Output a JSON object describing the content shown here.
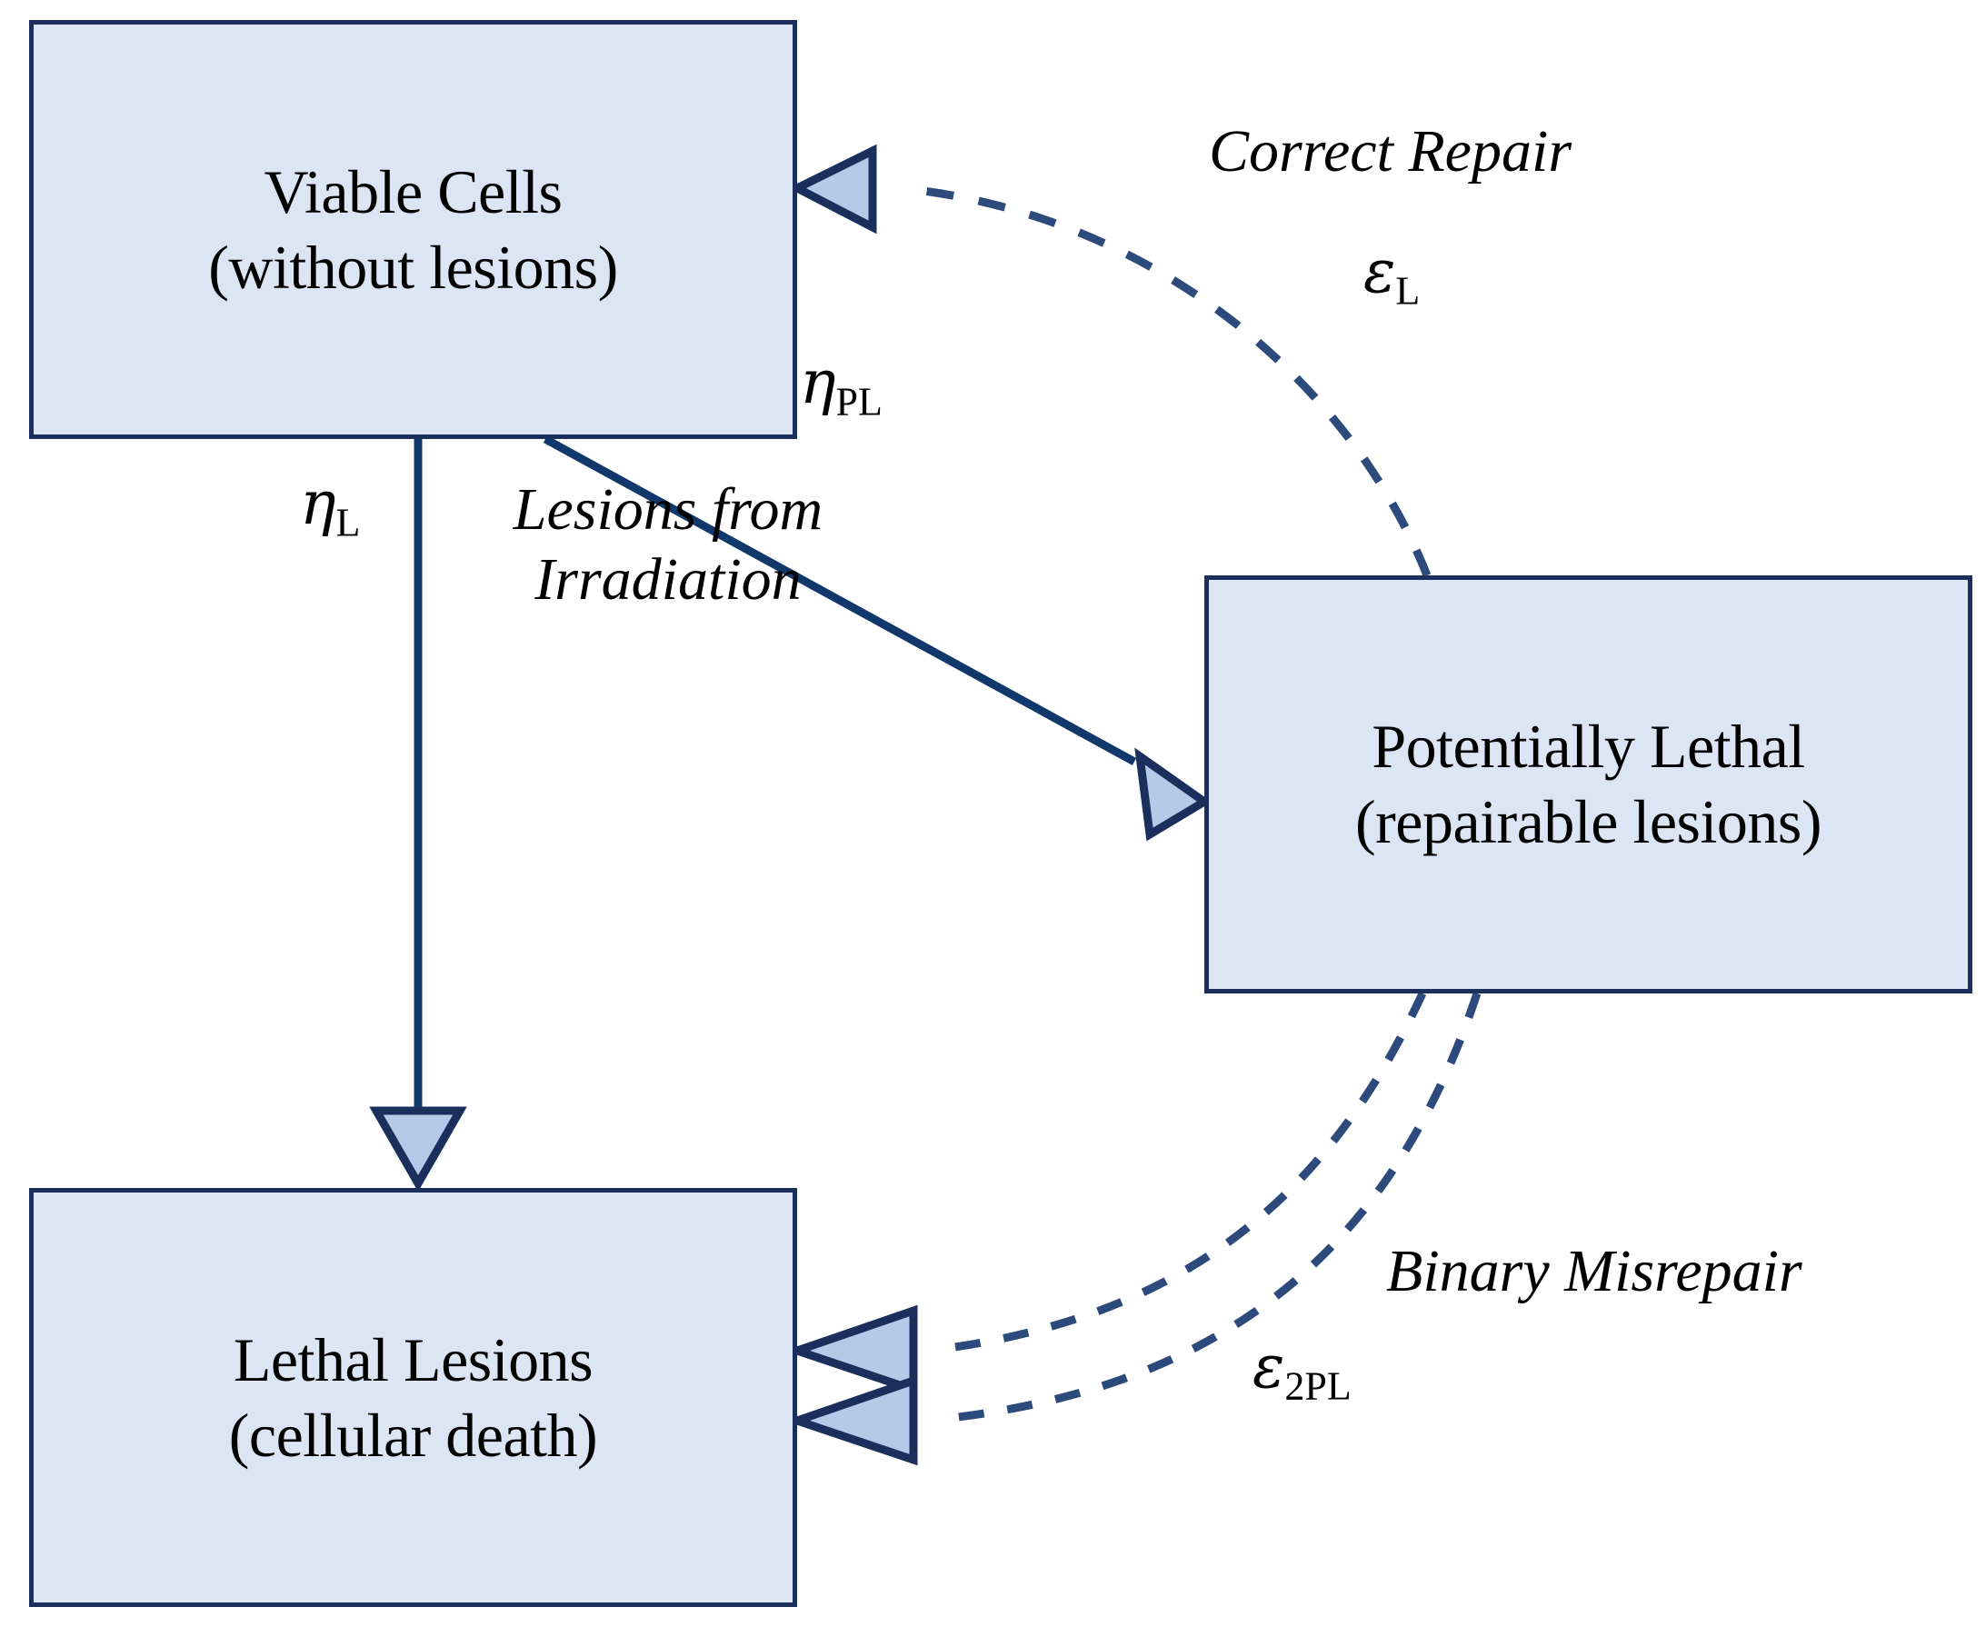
{
  "diagram": {
    "title": "Cellular lesion repair state diagram",
    "colors": {
      "node_fill": "#dbe5f4",
      "node_border": "#1b2f5c",
      "solid_edge": "#11386b",
      "dashed_edge": "#2c4a7c",
      "arrow_fill": "#b3cbe8",
      "background": "#ffffff"
    },
    "nodes": [
      {
        "id": "viable-cells",
        "line1": "Viable Cells",
        "line2": "(without lesions)"
      },
      {
        "id": "potentially-lethal",
        "line1": "Potentially Lethal",
        "line2": "(repairable lesions)"
      },
      {
        "id": "lethal-lesions",
        "line1": "Lethal Lesions",
        "line2": "(cellular death)"
      }
    ],
    "edges": [
      {
        "id": "correct-repair",
        "name": "Correct Repair",
        "symbol": "ε",
        "subscript": "L",
        "from": "potentially-lethal",
        "to": "viable-cells",
        "style": "dashed"
      },
      {
        "id": "lesions-from-irradiation-pl",
        "name": "",
        "symbol": "η",
        "subscript": "PL",
        "from": "viable-cells",
        "to": "potentially-lethal",
        "style": "solid"
      },
      {
        "id": "lesions-from-irradiation-l",
        "name_line1": "Lesions from",
        "name_line2": "Irradiation",
        "symbol": "η",
        "subscript": "L",
        "from": "viable-cells",
        "to": "lethal-lesions",
        "style": "solid"
      },
      {
        "id": "binary-misrepair",
        "name": "Binary Misrepair",
        "symbol": "ε",
        "subscript": "2PL",
        "from": "potentially-lethal",
        "to": "lethal-lesions",
        "style": "dashed-double"
      }
    ]
  }
}
